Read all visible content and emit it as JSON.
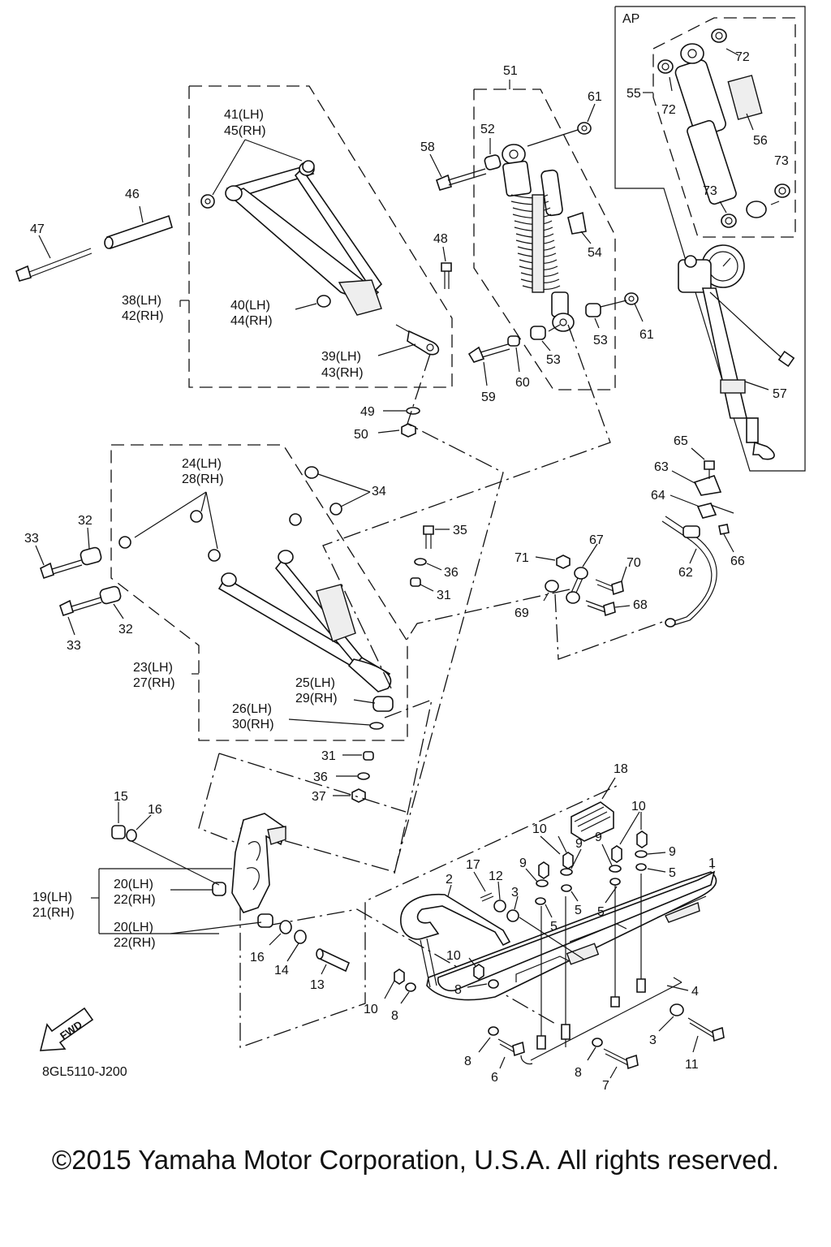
{
  "diagram": {
    "part_number": "8GL5110-J200",
    "copyright": "©2015 Yamaha Motor Corporation, U.S.A. All rights reserved.",
    "ap_tag": "AP",
    "fwd": "FWD",
    "callouts": {
      "c1": "1",
      "c2": "2",
      "c3a": "3",
      "c3b": "3",
      "c4": "4",
      "c5a": "5",
      "c5b": "5",
      "c5c": "5",
      "c5d": "5",
      "c6": "6",
      "c7": "7",
      "c8a": "8",
      "c8b": "8",
      "c8c": "8",
      "c8d": "8",
      "c9a": "9",
      "c9b": "9",
      "c9c": "9",
      "c9d": "9",
      "c10a": "10",
      "c10b": "10",
      "c10c": "10",
      "c10d": "10",
      "c11": "11",
      "c12": "12",
      "c13": "13",
      "c14": "14",
      "c15": "15",
      "c16a": "16",
      "c16b": "16",
      "c17": "17",
      "c18": "18",
      "c19": "19(LH)",
      "c21": "21(RH)",
      "c20a": "20(LH)",
      "c22a": "22(RH)",
      "c20b": "20(LH)",
      "c22b": "22(RH)",
      "c23": "23(LH)",
      "c27": "27(RH)",
      "c24": "24(LH)",
      "c28": "28(RH)",
      "c25": "25(LH)",
      "c29": "29(RH)",
      "c26": "26(LH)",
      "c30": "30(RH)",
      "c31a": "31",
      "c31b": "31",
      "c32a": "32",
      "c32b": "32",
      "c33a": "33",
      "c33b": "33",
      "c34": "34",
      "c35": "35",
      "c36a": "36",
      "c36b": "36",
      "c37": "37",
      "c38": "38(LH)",
      "c42": "42(RH)",
      "c39": "39(LH)",
      "c43": "43(RH)",
      "c40": "40(LH)",
      "c44": "44(RH)",
      "c41": "41(LH)",
      "c45": "45(RH)",
      "c46": "46",
      "c47": "47",
      "c48": "48",
      "c49": "49",
      "c50": "50",
      "c51": "51",
      "c52": "52",
      "c53a": "53",
      "c53b": "53",
      "c54": "54",
      "c55": "55",
      "c56": "56",
      "c57": "57",
      "c58": "58",
      "c59": "59",
      "c60": "60",
      "c61a": "61",
      "c61b": "61",
      "c62": "62",
      "c63": "63",
      "c64": "64",
      "c65": "65",
      "c66": "66",
      "c67": "67",
      "c68": "68",
      "c69": "69",
      "c70": "70",
      "c71": "71",
      "c72a": "72",
      "c72b": "72",
      "c73a": "73",
      "c73b": "73"
    }
  }
}
